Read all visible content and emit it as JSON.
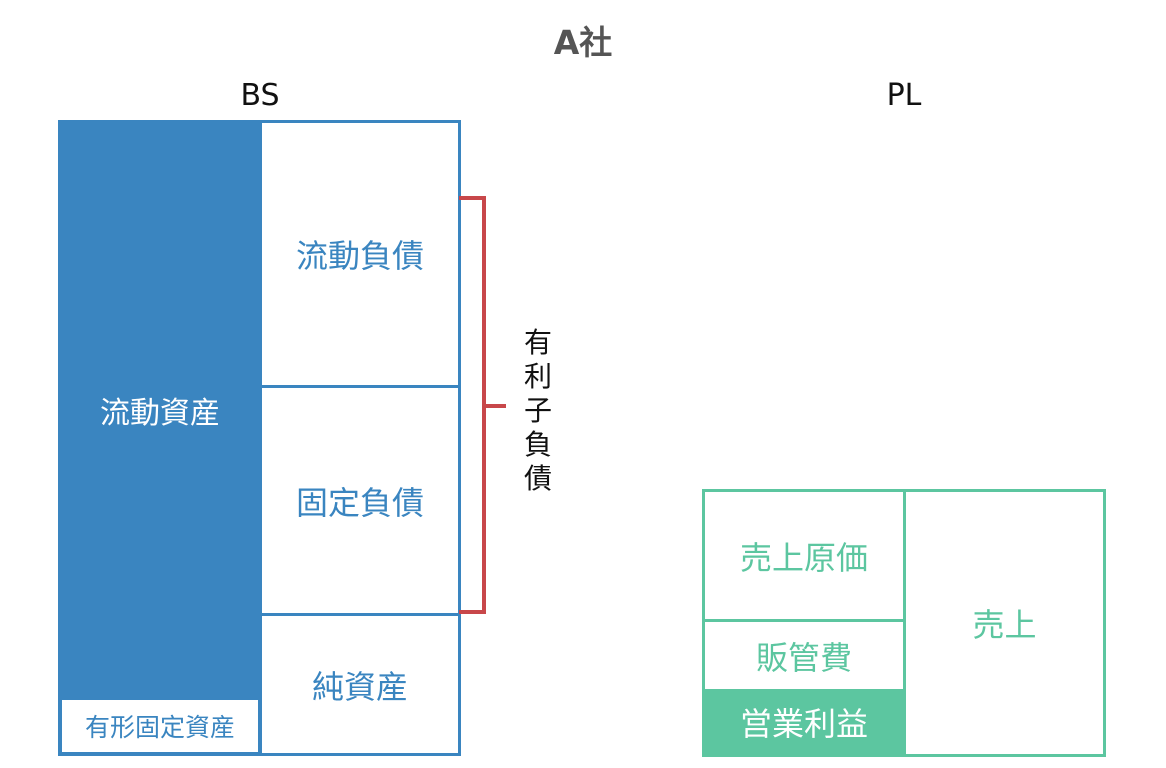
{
  "title": "A社",
  "bs": {
    "heading": "BS",
    "current_assets": "流動資産",
    "fixed_assets": "有形固定資産",
    "current_liabilities": "流動負債",
    "fixed_liabilities": "固定負債",
    "net_assets": "純資産",
    "interest_bearing_debt": "有利子負債"
  },
  "pl": {
    "heading": "PL",
    "cogs": "売上原価",
    "sga": "販管費",
    "operating_profit": "営業利益",
    "sales": "売上"
  },
  "colors": {
    "bs_blue": "#3a85c0",
    "pl_green": "#5cc6a0",
    "bracket_red": "#c8474a"
  }
}
